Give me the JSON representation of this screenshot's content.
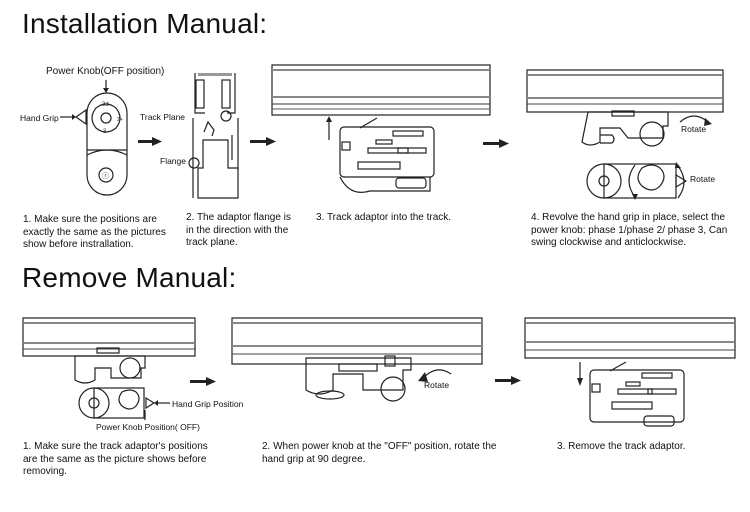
{
  "installation": {
    "title": "Installation Manual:",
    "labels": {
      "power_knob_off": "Power Knob(OFF position)",
      "hand_grip": "Hand Grip",
      "track_plane": "Track Plane",
      "flange": "Flange",
      "rotate_1": "Rotate",
      "rotate_2": "Rotate"
    },
    "steps": [
      {
        "text": "1.  Make sure the positions are exactly the same as the pictures show before instrallation."
      },
      {
        "text": "2. The adaptor flange is in the direction with the track plane."
      },
      {
        "text": "3. Track adaptor into the track."
      },
      {
        "text": "4. Revolve the hand grip in place, select the power knob: phase 1/phase 2/ phase 3, Can swing clockwise and anticlockwise."
      }
    ]
  },
  "remove": {
    "title": "Remove Manual:",
    "labels": {
      "hand_grip_position": "Hand Grip Position",
      "power_knob_position_off": "Power Knob Position( OFF)",
      "rotate": "Rotate"
    },
    "steps": [
      {
        "text": "1. Make sure the track adaptor's positions are the same as the picture shows before removing."
      },
      {
        "text": "2. When power knob at the \"OFF\" position, rotate the hand grip at 90 degree."
      },
      {
        "text": "3. Remove the track adaptor."
      }
    ]
  },
  "icons": {
    "step_arrow": "right-arrow",
    "insert_arrow": "up-arrow",
    "remove_arrow": "down-arrow",
    "rotate_arrow": "curved-arrow"
  }
}
